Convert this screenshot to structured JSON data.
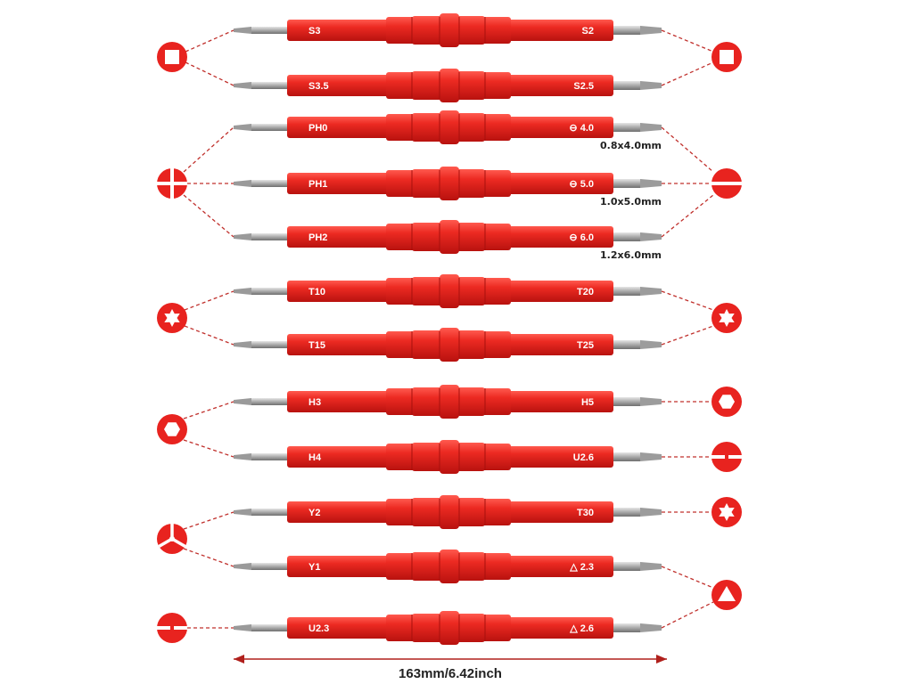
{
  "colors": {
    "handle": "#e8231f",
    "handle_dark": "#c81512",
    "shaft": "#b5b5b5",
    "icon": "#e8231f",
    "connector": "#c0302c"
  },
  "bits": [
    {
      "left": "S3",
      "right": "S2",
      "right_symbol": "",
      "size_note": ""
    },
    {
      "left": "S3.5",
      "right": "S2.5",
      "right_symbol": "",
      "size_note": ""
    },
    {
      "left": "PH0",
      "right": "4.0",
      "right_symbol": "⊖",
      "size_note": "0.8x4.0mm"
    },
    {
      "left": "PH1",
      "right": "5.0",
      "right_symbol": "⊖",
      "size_note": "1.0x5.0mm"
    },
    {
      "left": "PH2",
      "right": "6.0",
      "right_symbol": "⊖",
      "size_note": "1.2x6.0mm"
    },
    {
      "left": "T10",
      "right": "T20",
      "right_symbol": "",
      "size_note": ""
    },
    {
      "left": "T15",
      "right": "T25",
      "right_symbol": "",
      "size_note": ""
    },
    {
      "left": "H3",
      "right": "H5",
      "right_symbol": "",
      "size_note": ""
    },
    {
      "left": "H4",
      "right": "U2.6",
      "right_symbol": "",
      "size_note": ""
    },
    {
      "left": "Y2",
      "right": "T30",
      "right_symbol": "",
      "size_note": ""
    },
    {
      "left": "Y1",
      "right": "2.3",
      "right_symbol": "△",
      "size_note": ""
    },
    {
      "left": "U2.3",
      "right": "2.6",
      "right_symbol": "△",
      "size_note": ""
    }
  ],
  "left_icons": [
    "square-icon",
    "phillips-cross-icon",
    "torx-star-icon",
    "hex-icon",
    "tri-wing-icon",
    "spanner-u-icon"
  ],
  "right_icons": [
    "square-icon",
    "slotted-icon",
    "torx-star-icon",
    "hex-icon",
    "spanner-u-icon",
    "torx-star-icon",
    "triangle-icon"
  ],
  "dimension": {
    "label": "163mm/6.42inch"
  }
}
